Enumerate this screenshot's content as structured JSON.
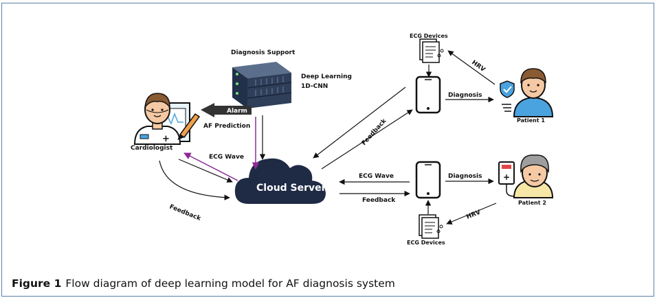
{
  "diagram": {
    "diagnosis_support": "Diagnosis Support",
    "deep_learning_line1": "Deep Learning",
    "deep_learning_line2": "1D-CNN",
    "alarm": "Alarm",
    "af_prediction": "AF Prediction",
    "cardiologist": "Cardiologist",
    "ecg_wave_left": "ECG Wave",
    "feedback_left": "Feedback",
    "cloud_server": "Cloud Server",
    "feedback_diag": "Feedback",
    "ecg_wave_right": "ECG Wave",
    "feedback_right": "Feedback",
    "ecg_devices_top": "ECG Devices",
    "ecg_devices_bottom": "ECG Devices",
    "hrv_top": "HRV",
    "hrv_bottom": "HRV",
    "diagnosis_top": "Diagnosis",
    "diagnosis_bottom": "Diagnosis",
    "patient1": "Patient 1",
    "patient2": "Patient 2"
  },
  "caption": {
    "label": "Figure 1",
    "text": "Flow diagram of deep learning model for AF diagnosis system"
  },
  "colors": {
    "frame": "#5b7fa6",
    "cloud": "#1f2a45",
    "server": "#2f3f59",
    "purple_arrow": "#8e2a96",
    "skin": "#f5c9a3",
    "patient_shirt": "#4aa3df"
  }
}
